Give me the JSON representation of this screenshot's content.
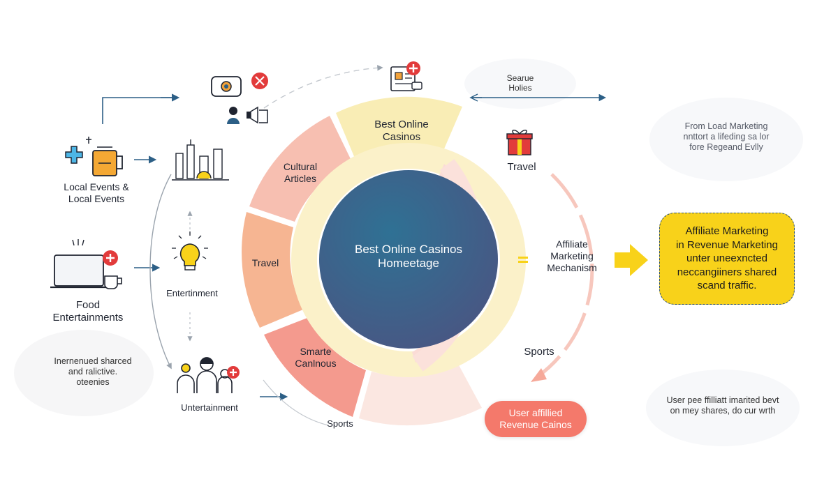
{
  "center": {
    "line1": "Best Online Casinos",
    "line2": "Homeetage"
  },
  "ring": {
    "top": {
      "line1": "Best Online",
      "line2": "Casinos"
    },
    "cultural": {
      "line1": "Cultural",
      "line2": "Articles"
    },
    "travel": "Travel",
    "smarte": {
      "line1": "Smarte",
      "line2": "Canlnous"
    }
  },
  "right": {
    "travel": "Travel",
    "sports": "Sports",
    "mechanism": {
      "line1": "Affiliate",
      "line2": "Marketing",
      "line3": "Mechanism"
    },
    "search": {
      "line1": "Searue",
      "line2": "Holies"
    },
    "note_top": {
      "line1": "From Load Marketing",
      "line2": "nnttort a lifeding sa lor",
      "line3": "fore Regeand Evlly"
    },
    "callout": {
      "line1": "Affiliate Marketing",
      "line2": "in Revenue Marketing",
      "line3": "unter uneexncted",
      "line4": "neccangiiners shared",
      "line5": "scand traffic."
    },
    "pill": {
      "line1": "User affillied",
      "line2": "Revenue Cainos"
    },
    "note_bottom": {
      "line1": "User pee ffilliatt imarited bevt",
      "line2": "on mey shares, do cur wrth"
    }
  },
  "left": {
    "local_events": {
      "line1": "Local Events &",
      "line2": "Local Events"
    },
    "food": {
      "line1": "Food",
      "line2": "Entertainments"
    },
    "note": {
      "line1": "Inernenued sharced",
      "line2": "and ralictive.",
      "line3": "oteenies"
    },
    "entertainment": "Entertinment",
    "untertainment": "Untertainment",
    "sports": "Sports"
  },
  "colors": {
    "center": "#2f6b8d",
    "center_dark": "#4b5a84",
    "peach": "#f6c8b4",
    "salmon": "#f08f80",
    "yellow_light": "#f9edb5",
    "yellow_accent": "#f8d21a",
    "arrow_blue": "#2c5f86",
    "icon_red": "#e23b3b",
    "icon_orange": "#f2a23a"
  },
  "icons": [
    "plus-icon",
    "beer-glass-icon",
    "city-skyline-icon",
    "chat-icon",
    "user-speaker-icon",
    "document-icon",
    "laptop-icon",
    "coffee-cup-icon",
    "lightbulb-icon",
    "people-group-icon",
    "gift-icon"
  ]
}
